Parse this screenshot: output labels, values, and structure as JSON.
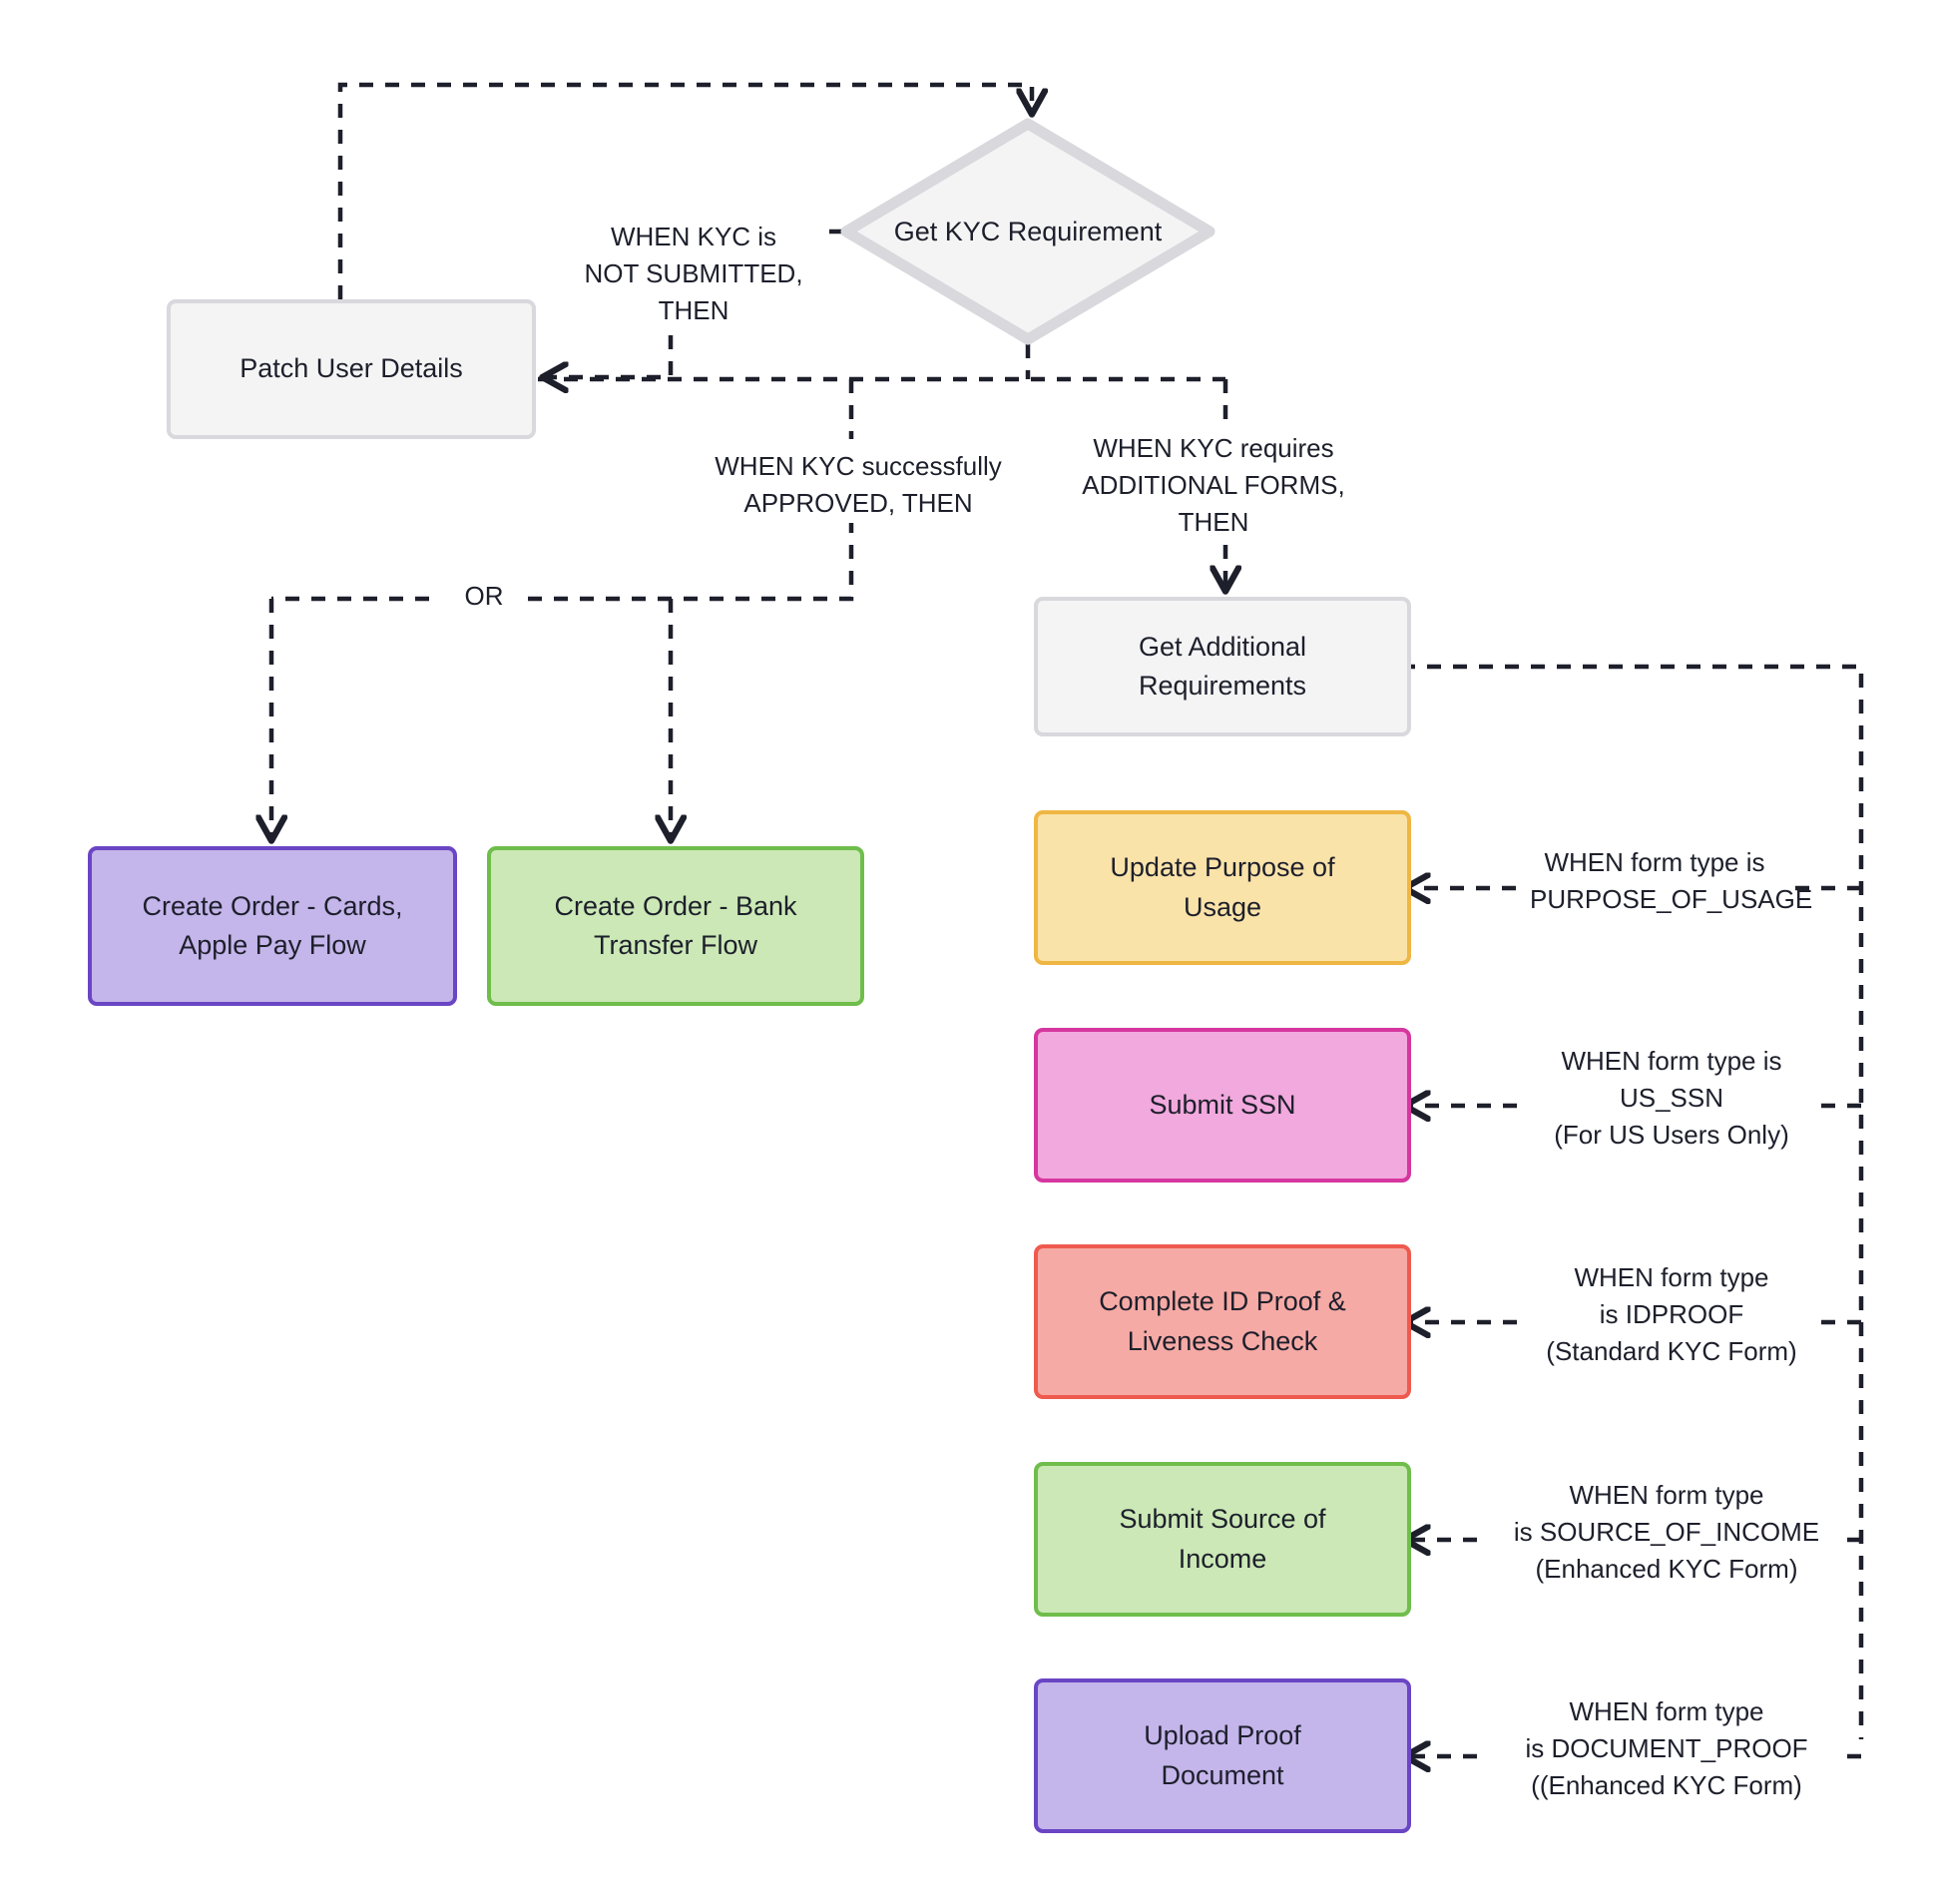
{
  "diagram": {
    "title": "KYC Onboarding Flow",
    "background": "#ffffff",
    "edge_color": "#1d1f2b",
    "nodes": {
      "get_kyc_requirement": {
        "label": "Get KYC Requirement",
        "shape": "diamond",
        "fill": "#f4f4f5",
        "stroke": "#d8d8dd"
      },
      "patch_user_details": {
        "label": "Patch User Details",
        "shape": "rect",
        "fill": "#f4f4f5",
        "stroke": "#d8d8dd"
      },
      "create_order_cards": {
        "label": "Create Order - Cards,\nApple Pay Flow",
        "shape": "rect",
        "fill": "#c4b5ea",
        "stroke": "#6a45c4"
      },
      "create_order_bank": {
        "label": "Create Order - Bank\nTransfer Flow",
        "shape": "rect",
        "fill": "#cbe8b6",
        "stroke": "#6fbd4b"
      },
      "get_additional_requirements": {
        "label": "Get Additional\nRequirements",
        "shape": "rect",
        "fill": "#f4f4f5",
        "stroke": "#d8d8dd"
      },
      "update_purpose_of_usage": {
        "label": "Update Purpose of\nUsage",
        "shape": "rect",
        "fill": "#fae3a9",
        "stroke": "#efb643"
      },
      "submit_ssn": {
        "label": "Submit SSN",
        "shape": "rect",
        "fill": "#f2a9dd",
        "stroke": "#d6369f"
      },
      "complete_id_proof": {
        "label": "Complete ID Proof &\nLiveness Check",
        "shape": "rect",
        "fill": "#f6aaa5",
        "stroke": "#ef5a4e"
      },
      "submit_source_of_income": {
        "label": "Submit Source of\nIncome",
        "shape": "rect",
        "fill": "#cbe8b6",
        "stroke": "#6fbd4b"
      },
      "upload_proof_document": {
        "label": "Upload Proof\nDocument",
        "shape": "rect",
        "fill": "#c4b5ea",
        "stroke": "#6a45c4"
      }
    },
    "edge_labels": {
      "kyc_not_submitted": "WHEN KYC is\nNOT SUBMITTED,\nTHEN",
      "kyc_approved": "WHEN KYC successfully\nAPPROVED, THEN",
      "kyc_additional_forms": "WHEN KYC requires\nADDITIONAL FORMS,\nTHEN",
      "or": "OR",
      "form_purpose_of_usage": "WHEN form type is\nPURPOSE_OF_USAGE",
      "form_us_ssn": "WHEN form type is\nUS_SSN\n(For US Users Only)",
      "form_idproof": "WHEN form type\nis IDPROOF\n(Standard KYC Form)",
      "form_source_of_income": "WHEN form type\nis SOURCE_OF_INCOME\n(Enhanced KYC Form)",
      "form_document_proof": "WHEN form type\nis DOCUMENT_PROOF\n((Enhanced KYC Form)"
    }
  }
}
